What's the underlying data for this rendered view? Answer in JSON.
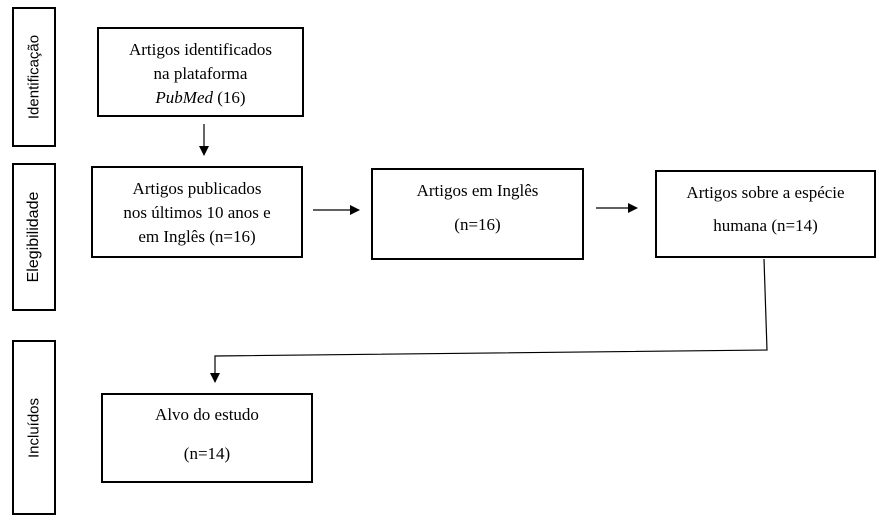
{
  "stages": {
    "identification": "Identificação",
    "eligibility": "Elegibilidade",
    "included": "Incluídos"
  },
  "boxes": {
    "identified": {
      "line1": "Artigos identificados",
      "line2": "na plataforma",
      "line3_italic": "PubMed",
      "line3_rest": " (16)"
    },
    "published": {
      "line1": "Artigos publicados",
      "line2": "nos últimos 10 anos e",
      "line3": "em Inglês (n=16)"
    },
    "english": {
      "line1": "Artigos em Inglês",
      "line2": "(n=16)"
    },
    "human": {
      "line1": "Artigos sobre a espécie",
      "line2": "humana (n=14)"
    },
    "target": {
      "line1": "Alvo do estudo",
      "line2": "(n=14)"
    }
  }
}
